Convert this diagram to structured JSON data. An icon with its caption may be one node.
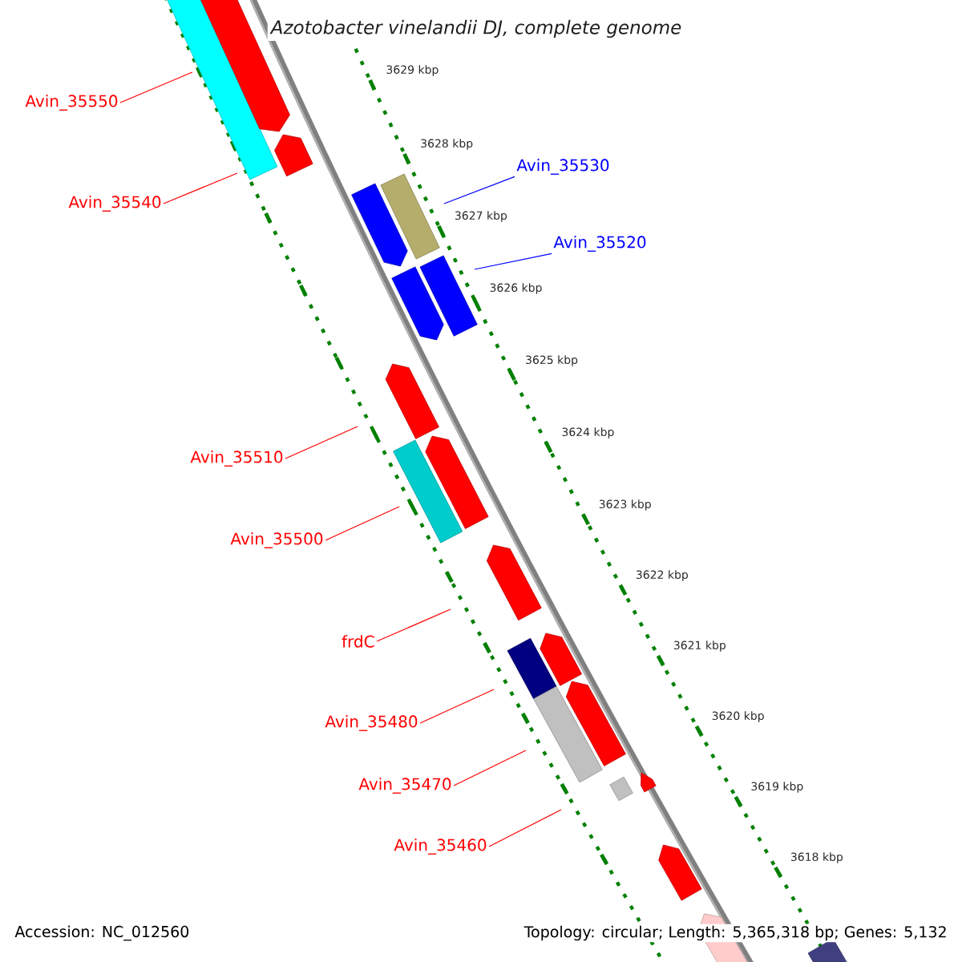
{
  "diagram": {
    "title": "Azotobacter vinelandii DJ, complete genome",
    "nodes": [
      {
        "text": [
          "Avin_35550"
        ]
      },
      {
        "text": [
          "Avin_35540"
        ]
      },
      {
        "text": [
          "Avin_35530"
        ]
      },
      {
        "text": [
          "Avin_35520"
        ]
      },
      {
        "text": [
          "Avin_35510"
        ]
      },
      {
        "text": [
          "Avin_35500"
        ]
      },
      {
        "text": [
          "frdC"
        ]
      },
      {
        "text": [
          "Avin_35480"
        ]
      },
      {
        "text": [
          "Avin_35470"
        ]
      },
      {
        "text": [
          "Avin_35460"
        ]
      }
    ],
    "edges": [
      {
        "from": 0,
        "to": null,
        "arrow": "none"
      },
      {
        "from": 1,
        "to": null,
        "arrow": "none"
      },
      {
        "from": 2,
        "to": null,
        "arrow": "none",
        "color": "#0000ff"
      },
      {
        "from": 3,
        "to": null,
        "arrow": "none",
        "color": "#0000ff"
      },
      {
        "from": 4,
        "to": null,
        "arrow": "none"
      },
      {
        "from": 5,
        "to": null,
        "arrow": "none"
      },
      {
        "from": 6,
        "to": null,
        "arrow": "none"
      },
      {
        "from": 7,
        "to": null,
        "arrow": "none"
      },
      {
        "from": 8,
        "to": null,
        "arrow": "none"
      },
      {
        "from": 9,
        "to": null,
        "arrow": "none"
      }
    ],
    "labels": [
      "3629 kbp",
      "3628 kbp",
      "3627 kbp",
      "3626 kbp",
      "3625 kbp",
      "3624 kbp",
      "3623 kbp",
      "3622 kbp",
      "3621 kbp",
      "3620 kbp",
      "3619 kbp",
      "3618 kbp",
      "Accession: NC_012560",
      "Topology: circular; Length: 5,365,318 bp; Genes: 5,132"
    ]
  }
}
